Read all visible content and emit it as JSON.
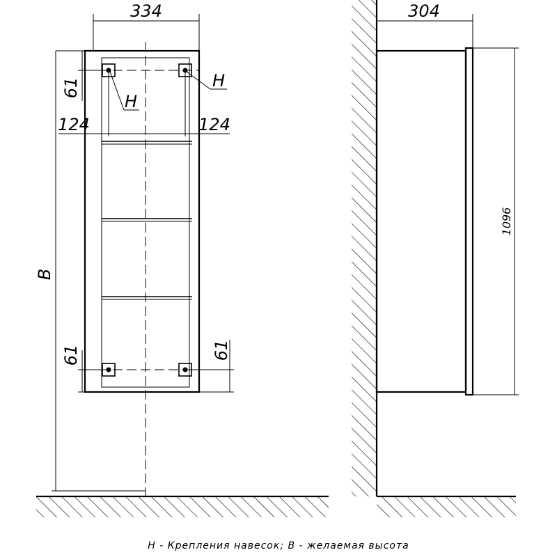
{
  "front_view": {
    "width_dim": "334",
    "mount_offset_top": "61",
    "mount_offset_bottom_left": "61",
    "mount_offset_bottom_right": "61",
    "edge_offset_left": "124",
    "edge_offset_right": "124",
    "mount_label_left": "H",
    "mount_label_right": "H",
    "height_label": "B"
  },
  "side_view": {
    "depth_dim": "304",
    "height_dim": "1096"
  },
  "legend": {
    "text": "H - Крепления навесок; B - желаемая высота"
  }
}
